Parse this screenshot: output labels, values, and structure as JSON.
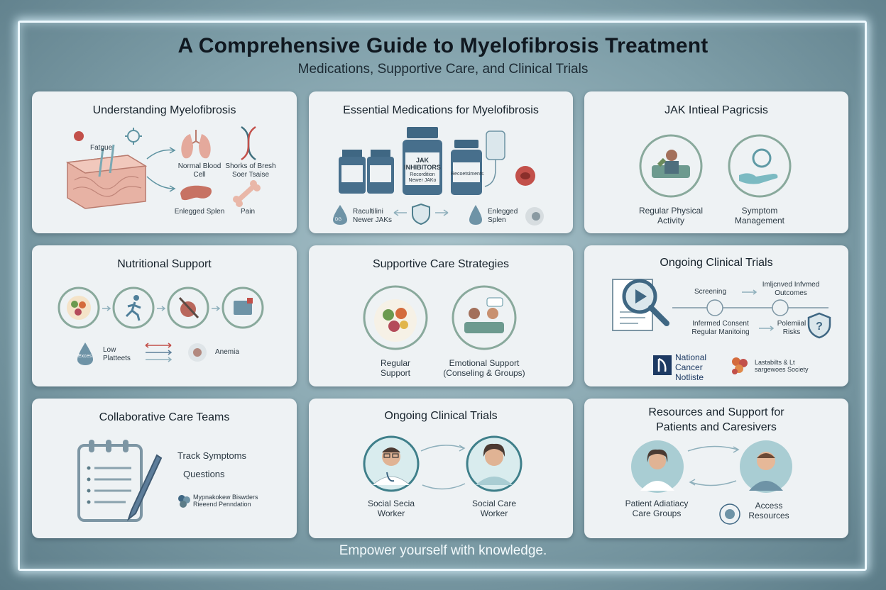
{
  "header": {
    "title": "A Comprehensive Guide to Myelofibrosis Treatment",
    "subtitle": "Medications, Supportive Care, and Clinical Trials"
  },
  "footer": {
    "text": "Empower yourself with knowledge."
  },
  "panels": {
    "understanding": {
      "title": "Understanding Myelofibrosis",
      "labels": [
        "Fatgue",
        "Normal Blood Cell",
        "Shorks of Bresh Soer Tsaise",
        "Enlegged Splen",
        "Pain"
      ]
    },
    "medications": {
      "title": "Essential Medications for Myelofibrosis",
      "bottle_jak": "JAK INHIBITORS",
      "bottle_jak_sub": "Recordition Newer JAKo",
      "bottle_right": "Recoetsiments",
      "labels": [
        "Racultilini Newer JAKs",
        "Enlegged Splen"
      ],
      "drop_text": "DG"
    },
    "jak": {
      "title": "JAK Intieal Pagricsis",
      "labels": [
        "Regular Physical Activity",
        "Symptom Management"
      ]
    },
    "nutrition": {
      "title": "Nutritional Support",
      "labels": [
        "Low Platteets",
        "Anemia"
      ],
      "drop_text": "Exces"
    },
    "supportive": {
      "title": "Supportive Care Strategies",
      "labels": [
        "Regular Support",
        "Emotional Support (Conseling & Groups)"
      ]
    },
    "trials_top": {
      "title": "Ongoing Clinical Trials",
      "labels": [
        "Screening",
        "Imljcnved Infvmed Outcomes",
        "Infermed Consent Regular Manitoing",
        "Polemiial Risks"
      ],
      "org1": "National Cancer Notliste",
      "org2": "Lastabilts & Lt sargewoes Society"
    },
    "teams": {
      "title": "Collaborative Care Teams",
      "labels": [
        "Track Symptoms",
        "Questions"
      ],
      "org": "Mypnakokew Biswders Rieeend Penndation"
    },
    "trials_bottom": {
      "title": "Ongoing Clinical Trials",
      "labels": [
        "Social Secia Worker",
        "Social Care Worker"
      ]
    },
    "resources": {
      "title": "Resources and Support for Patients and Caresivers",
      "labels": [
        "Patient Adiatiacy Care Groups",
        "Access Resources"
      ]
    }
  }
}
